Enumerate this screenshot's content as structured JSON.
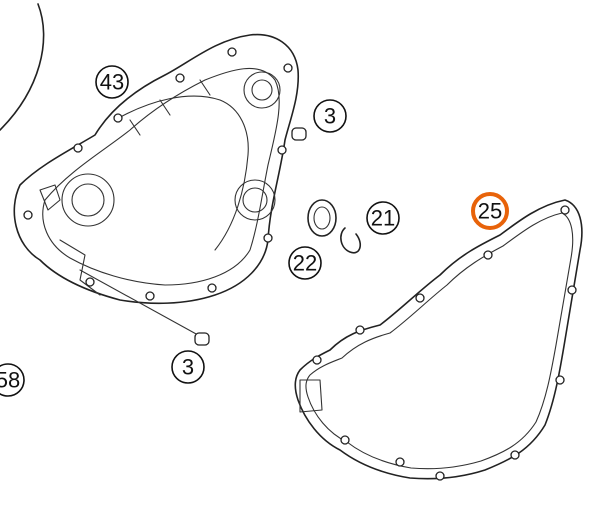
{
  "callouts": [
    {
      "id": "c43",
      "label": "43"
    },
    {
      "id": "c3a",
      "label": "3"
    },
    {
      "id": "c21",
      "label": "21"
    },
    {
      "id": "c22",
      "label": "22"
    },
    {
      "id": "c25",
      "label": "25",
      "highlight": true
    },
    {
      "id": "c3b",
      "label": "3"
    },
    {
      "id": "c58",
      "label": "58"
    }
  ],
  "colors": {
    "highlight": "#e8630a",
    "line": "#222222"
  }
}
